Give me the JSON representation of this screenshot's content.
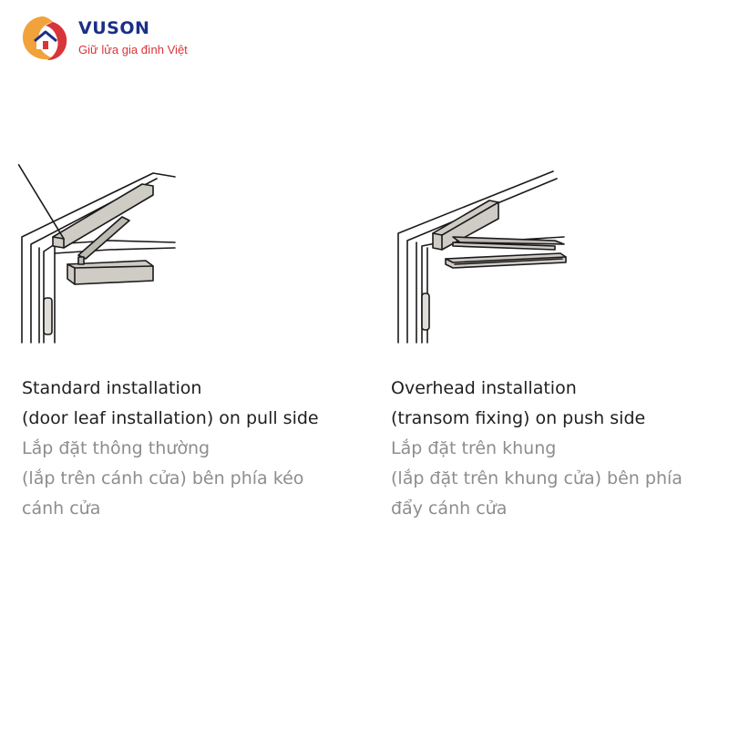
{
  "brand": {
    "name": "VUSON",
    "tagline": "Giữ lửa gia đình Việt",
    "colors": {
      "primary": "#1b2f86",
      "accent": "#d8343a",
      "orange": "#f2a23a"
    }
  },
  "installations": [
    {
      "lines_en": [
        "Standard installation",
        "(door leaf installation) on pull side"
      ],
      "lines_vi": [
        "Lắp đặt thông thường",
        "(lắp trên cánh cửa) bên phía kéo",
        "cánh cửa"
      ]
    },
    {
      "lines_en": [
        "Overhead installation",
        "(transom fixing) on push side"
      ],
      "lines_vi": [
        "Lắp đặt trên khung",
        "(lắp đặt trên khung cửa) bên phía",
        "đẩy cánh cửa"
      ]
    }
  ]
}
